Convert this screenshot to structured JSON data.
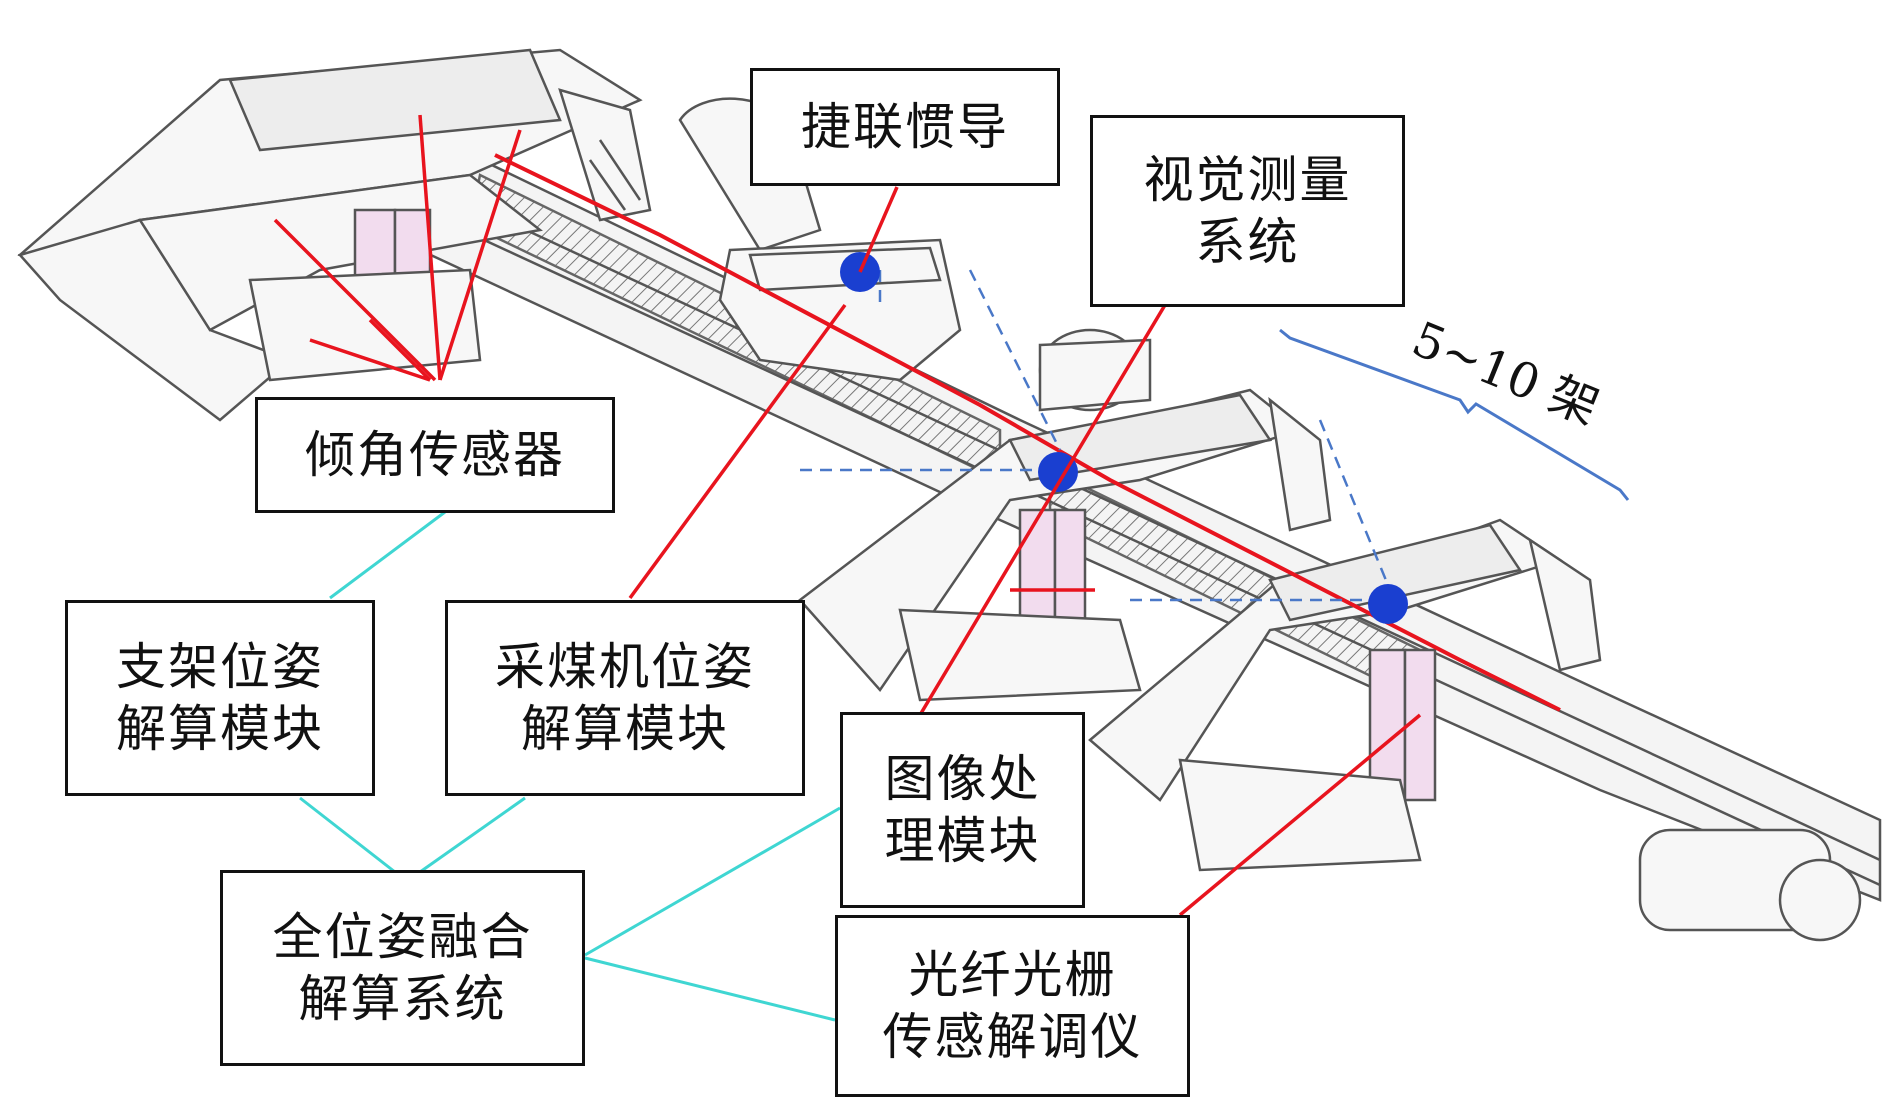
{
  "labels": {
    "inertial_nav": "捷联惯导",
    "vision_line1": "视觉测量",
    "vision_line2": "系统",
    "tilt_sensor": "倾角传感器",
    "support_line1": "支架位姿",
    "support_line2": "解算模块",
    "shearer_line1": "采煤机位姿",
    "shearer_line2": "解算模块",
    "image_line1": "图像处",
    "image_line2": "理模块",
    "fusion_line1": "全位姿融合",
    "fusion_line2": "解算系统",
    "fbg_line1": "光纤光栅",
    "fbg_line2": "传感解调仪",
    "frame_count": "5~10 架"
  },
  "colors": {
    "leader_red": "#e8141e",
    "connector_cyan": "#3fd6d2",
    "marker_blue": "#1a3fd0",
    "dashed_blue": "#4a78c8",
    "brace_blue": "#4a78c8",
    "machine_line": "#555555",
    "box_border": "#111111"
  }
}
